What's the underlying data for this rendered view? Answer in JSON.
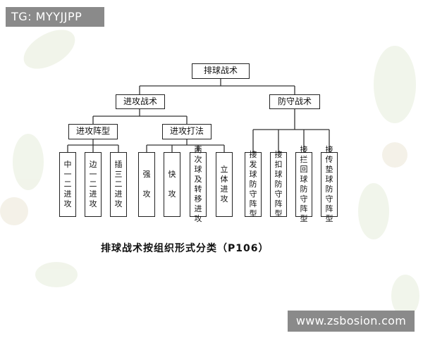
{
  "watermarks": {
    "top_left": "TG: MYYJJPP",
    "bottom_right": "www.zsbosion.com"
  },
  "diagram": {
    "root": "排球战术",
    "attack": "进攻战术",
    "defense": "防守战术",
    "attack_formation": "进攻阵型",
    "attack_hitting": "进攻打法",
    "leaves_formation": [
      "中一二进攻",
      "边一二进攻",
      "插三二进攻"
    ],
    "leaves_hitting": [
      "强 攻",
      "快 攻",
      "两次球及转移进攻",
      "立体进攻"
    ],
    "leaves_defense": [
      "接发球防守阵型",
      "接扣球防守阵型",
      "接拦回球防守阵型",
      "接传垫球防守阵型"
    ],
    "caption": "排球战术按组织形式分类（P106）"
  }
}
